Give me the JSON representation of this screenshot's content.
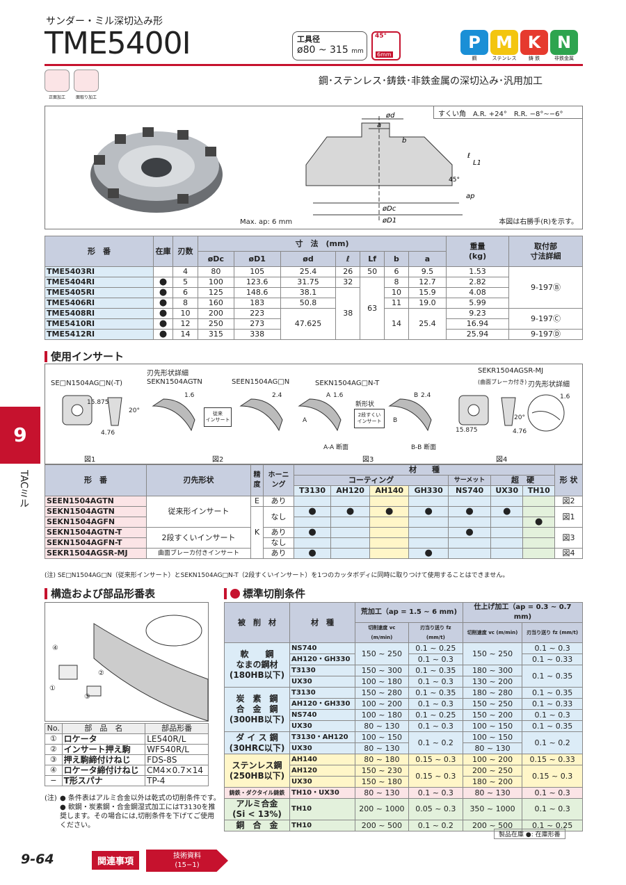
{
  "header": {
    "series_sub": "サンダー・ミル深切込み形",
    "model": "TME5400I",
    "dia_label": "工具径",
    "dia_value": "ø80 ~ 315",
    "dia_unit": "mm",
    "angle": "45°",
    "depth": "6mm",
    "feature": "鋼･ステンレス･鋳鉄･非鉄金属の深切込み･汎用加工"
  },
  "materials": [
    {
      "letter": "P",
      "label": "鋼",
      "color": "#1a8fd6"
    },
    {
      "letter": "M",
      "label": "ステンレス",
      "color": "#f3c50f"
    },
    {
      "letter": "K",
      "label": "鋳 鉄",
      "color": "#e63a2e"
    },
    {
      "letter": "N",
      "label": "非鉄金属",
      "color": "#2ea44f"
    }
  ],
  "small_icons": [
    "正面加工",
    "面取り加工"
  ],
  "figure": {
    "rake": "すくい角　A.R. +24°　R.R. −8°∼−6°",
    "max_ap": "Max. ap: 6 mm",
    "note": "本図は右勝手(R)を示す。",
    "labels": {
      "od": "ød",
      "a": "a",
      "b": "b",
      "l": "ℓ",
      "L1": "L1",
      "angle": "45°",
      "ap": "ap",
      "oDc": "øDc",
      "oD1": "øD1"
    }
  },
  "spec_table": {
    "h_model": "形　番",
    "h_stock": "在庫",
    "h_teeth": "刃数",
    "h_dims": "寸　法　(mm)",
    "h_weight": "重量\n(kg)",
    "h_mount": "取付部\n寸法詳細",
    "sub": [
      "øDc",
      "øD1",
      "ød",
      "ℓ",
      "Lf",
      "b",
      "a"
    ],
    "rows": [
      {
        "model": "TME5403RI",
        "stock": "",
        "teeth": "4",
        "dc": "80",
        "d1": "105",
        "d": "25.4",
        "l": "26",
        "lf": "50",
        "b": "6",
        "a": "9.5",
        "w": "1.53"
      },
      {
        "model": "TME5404RI",
        "stock": "●",
        "teeth": "5",
        "dc": "100",
        "d1": "123.6",
        "d": "31.75",
        "l": "32",
        "lf": "",
        "b": "8",
        "a": "12.7",
        "w": "2.82"
      },
      {
        "model": "TME5405RI",
        "stock": "●",
        "teeth": "6",
        "dc": "125",
        "d1": "148.6",
        "d": "38.1",
        "l": "",
        "lf": "",
        "b": "10",
        "a": "15.9",
        "w": "4.08"
      },
      {
        "model": "TME5406RI",
        "stock": "●",
        "teeth": "8",
        "dc": "160",
        "d1": "183",
        "d": "50.8",
        "l": "",
        "lf": "",
        "b": "11",
        "a": "19.0",
        "w": "5.99"
      },
      {
        "model": "TME5408RI",
        "stock": "●",
        "teeth": "10",
        "dc": "200",
        "d1": "223",
        "d": "",
        "l": "",
        "lf": "",
        "b": "",
        "a": "",
        "w": "9.23"
      },
      {
        "model": "TME5410RI",
        "stock": "●",
        "teeth": "12",
        "dc": "250",
        "d1": "273",
        "d": "",
        "l": "",
        "lf": "",
        "b": "",
        "a": "",
        "w": "16.94"
      },
      {
        "model": "TME5412RI",
        "stock": "●",
        "teeth": "14",
        "dc": "315",
        "d1": "338",
        "d": "",
        "l": "",
        "lf": "",
        "b": "",
        "a": "",
        "w": "25.94"
      }
    ],
    "merged": {
      "d_big": "47.625",
      "l_big": "38",
      "lf_big": "63",
      "b_big": "14",
      "a_big": "25.4",
      "mount1": "9-197Ⓑ",
      "mount2": "9-197Ⓒ",
      "mount3": "9-197Ⓓ"
    }
  },
  "insert_section": {
    "title": "使用インサート",
    "l1": "SE□N1504AG□N(-T)",
    "l2": "刃先形状詳細",
    "l3": "SEKN1504AGTN",
    "l4": "SEEN1504AG□N",
    "l5": "SEKN1504AG□N-T",
    "l6": "SEKR1504AGSR-MJ",
    "l7": "(曲面ブレーカ付き)",
    "l8": "刃先形状詳細",
    "d1": "15.875",
    "d2": "20°",
    "d3": "4.76",
    "d4": "1.6",
    "d5": "2.4",
    "b1": "従来\nインサート",
    "b2": "2段すくい\nインサート",
    "newshape": "新形状",
    "aa": "A-A 断面",
    "bb": "B-B 断面",
    "f1": "図1",
    "f2": "図2",
    "f3": "図3",
    "f4": "図4",
    "d6": "15.875",
    "d7": "20°",
    "d8": "4.76",
    "s1": "A",
    "s2": "A",
    "s3": "B",
    "s4": "B",
    "d9": "1.6",
    "d10": "2.4",
    "d11": "1.6"
  },
  "insert_table": {
    "h_model": "形　番",
    "h_edge": "刃先形状",
    "h_prec": "精度",
    "h_hone": "ホーニング",
    "h_mat": "材　　種",
    "h_coat": "コーティング",
    "h_cermet": "サーメット",
    "h_carbide": "超　硬",
    "h_shape": "形 状",
    "grades": [
      "T3130",
      "AH120",
      "AH140",
      "GH330",
      "NS740",
      "UX30",
      "TH10"
    ],
    "rows": [
      {
        "model": "SEEN1504AGTN",
        "edge": "従来形インサート",
        "prec": "E",
        "hone": "あり",
        "g": [
          "",
          "",
          "",
          "",
          "",
          "",
          ""
        ],
        "shape": "図2"
      },
      {
        "model": "SEKN1504AGTN",
        "edge": "",
        "prec": "",
        "hone": "",
        "g": [
          "●",
          "●",
          "●",
          "●",
          "●",
          "●",
          ""
        ],
        "shape": "図1"
      },
      {
        "model": "SEKN1504AGFN",
        "edge": "",
        "prec": "",
        "hone": "なし",
        "g": [
          "",
          "",
          "",
          "",
          "",
          "",
          "●"
        ],
        "shape": ""
      },
      {
        "model": "SEKN1504AGTN-T",
        "edge": "2段すくいインサート",
        "prec": "K",
        "hone": "あり",
        "g": [
          "●",
          "",
          "",
          "",
          "●",
          "",
          ""
        ],
        "shape": "図3"
      },
      {
        "model": "SEKN1504AGFN-T",
        "edge": "",
        "prec": "",
        "hone": "なし",
        "g": [
          "",
          "",
          "",
          "",
          "",
          "",
          ""
        ],
        "shape": ""
      },
      {
        "model": "SEKR1504AGSR-MJ",
        "edge": "曲面ブレーカ付きインサート",
        "prec": "",
        "hone": "あり",
        "g": [
          "●",
          "",
          "",
          "●",
          "",
          "",
          ""
        ],
        "shape": "図4"
      }
    ],
    "note": "(注) SE□N1504AG□N（従来形インサート）とSEKN1504AG□N-T（2段すくいインサート）を1つのカッタボディに同時に取りつけて使用することはできません。"
  },
  "parts": {
    "title": "構造および部品形番表",
    "h_no": "No.",
    "h_name": "部　品　名",
    "h_code": "部品形番",
    "rows": [
      {
        "no": "①",
        "name": "ロケータ",
        "code": "LE540R/L"
      },
      {
        "no": "②",
        "name": "インサート押え駒",
        "code": "WF540R/L"
      },
      {
        "no": "③",
        "name": "押え駒締付けねじ",
        "code": "FDS-8S"
      },
      {
        "no": "④",
        "name": "ロケータ締付けねじ",
        "code": "CM4×0.7×14"
      },
      {
        "no": "−",
        "name": "T形スパナ",
        "code": "TP-4"
      }
    ],
    "note_head": "(注)",
    "note1": "● 条件表はアルミ合金以外は乾式の切削条件です。",
    "note2": "● 軟鋼・炭素鋼・合金鋼湿式加工にはT3130を推奨します。その場合には,切削条件を下げてご使用ください。",
    "c1": "①",
    "c2": "②",
    "c3": "③",
    "c4": "④"
  },
  "cutting": {
    "title": "標準切削条件",
    "h_work": "被　削　材",
    "h_grade": "材　種",
    "h_rough": "荒加工（ap = 1.5 ∼ 6 mm)",
    "h_finish": "仕上げ加工（ap = 0.3 ∼ 0.7 mm)",
    "h_vc": "切削速度 vc (m/min)",
    "h_fz": "刃当り送り fz (mm/t)",
    "groups": [
      {
        "work": "軟　　鋼\nなまの鋼材\n(180HB以下)",
        "cls": "lb",
        "rows": [
          [
            "NS740",
            "150 ~ 250",
            "0.1 ~ 0.25",
            "150 ~ 250",
            "0.1 ~ 0.3"
          ],
          [
            "AH120・GH330",
            "",
            "0.1 ~ 0.3",
            "",
            "0.1 ~ 0.33"
          ],
          [
            "T3130",
            "150 ~ 300",
            "0.1 ~ 0.35",
            "180 ~ 300",
            "0.1 ~ 0.35"
          ],
          [
            "UX30",
            "100 ~ 180",
            "0.1 ~ 0.3",
            "130 ~ 200",
            ""
          ]
        ]
      },
      {
        "work": "炭　素　鋼\n合　金　鋼\n(300HB以下)",
        "cls": "lb",
        "rows": [
          [
            "T3130",
            "150 ~ 280",
            "0.1 ~ 0.35",
            "180 ~ 280",
            "0.1 ~ 0.35"
          ],
          [
            "AH120・GH330",
            "100 ~ 200",
            "0.1 ~ 0.3",
            "150 ~ 250",
            "0.1 ~ 0.33"
          ],
          [
            "NS740",
            "100 ~ 180",
            "0.1 ~ 0.25",
            "150 ~ 200",
            "0.1 ~ 0.3"
          ],
          [
            "UX30",
            "80 ~ 130",
            "0.1 ~ 0.3",
            "100 ~ 150",
            "0.1 ~ 0.35"
          ]
        ]
      },
      {
        "work": "ダ イ ス 鋼\n(30HRC以下)",
        "cls": "lb",
        "rows": [
          [
            "T3130・AH120",
            "100 ~ 150",
            "0.1 ~ 0.2",
            "100 ~ 150",
            "0.1 ~ 0.2"
          ],
          [
            "UX30",
            "80 ~ 130",
            "",
            "80 ~ 130",
            ""
          ]
        ]
      },
      {
        "work": "ステンレス鋼\n(250HB以下)",
        "cls": "yl",
        "rows": [
          [
            "AH140",
            "80 ~ 180",
            "0.15 ~ 0.3",
            "100 ~ 200",
            "0.15 ~ 0.33"
          ],
          [
            "AH120",
            "150 ~ 230",
            "0.15 ~ 0.3",
            "200 ~ 250",
            "0.15 ~ 0.3"
          ],
          [
            "UX30",
            "150 ~ 180",
            "",
            "180 ~ 200",
            ""
          ]
        ]
      },
      {
        "work": "鋳鉄・ダクタイル鋳鉄",
        "cls": "pk",
        "rows": [
          [
            "TH10・UX30",
            "80 ~ 130",
            "0.1 ~ 0.3",
            "80 ~ 130",
            "0.1 ~ 0.3"
          ]
        ]
      },
      {
        "work": "アルミ合金\n(Si < 13%)",
        "cls": "gr",
        "rows": [
          [
            "TH10",
            "200 ~ 1000",
            "0.05 ~ 0.3",
            "350 ~ 1000",
            "0.1 ~ 0.3"
          ]
        ]
      },
      {
        "work": "銅　合　金",
        "cls": "gr",
        "rows": [
          [
            "TH10",
            "200 ~ 500",
            "0.1 ~ 0.2",
            "200 ~ 500",
            "0.1 ~ 0.25"
          ]
        ]
      }
    ],
    "legend": "製品在庫 ●: 在庫形番"
  },
  "side": {
    "num": "9",
    "label": "TACミル"
  },
  "footer": {
    "page": "9-64",
    "related": "関連事項",
    "tech": "技術資料",
    "tech_ref": "(15−1)"
  }
}
